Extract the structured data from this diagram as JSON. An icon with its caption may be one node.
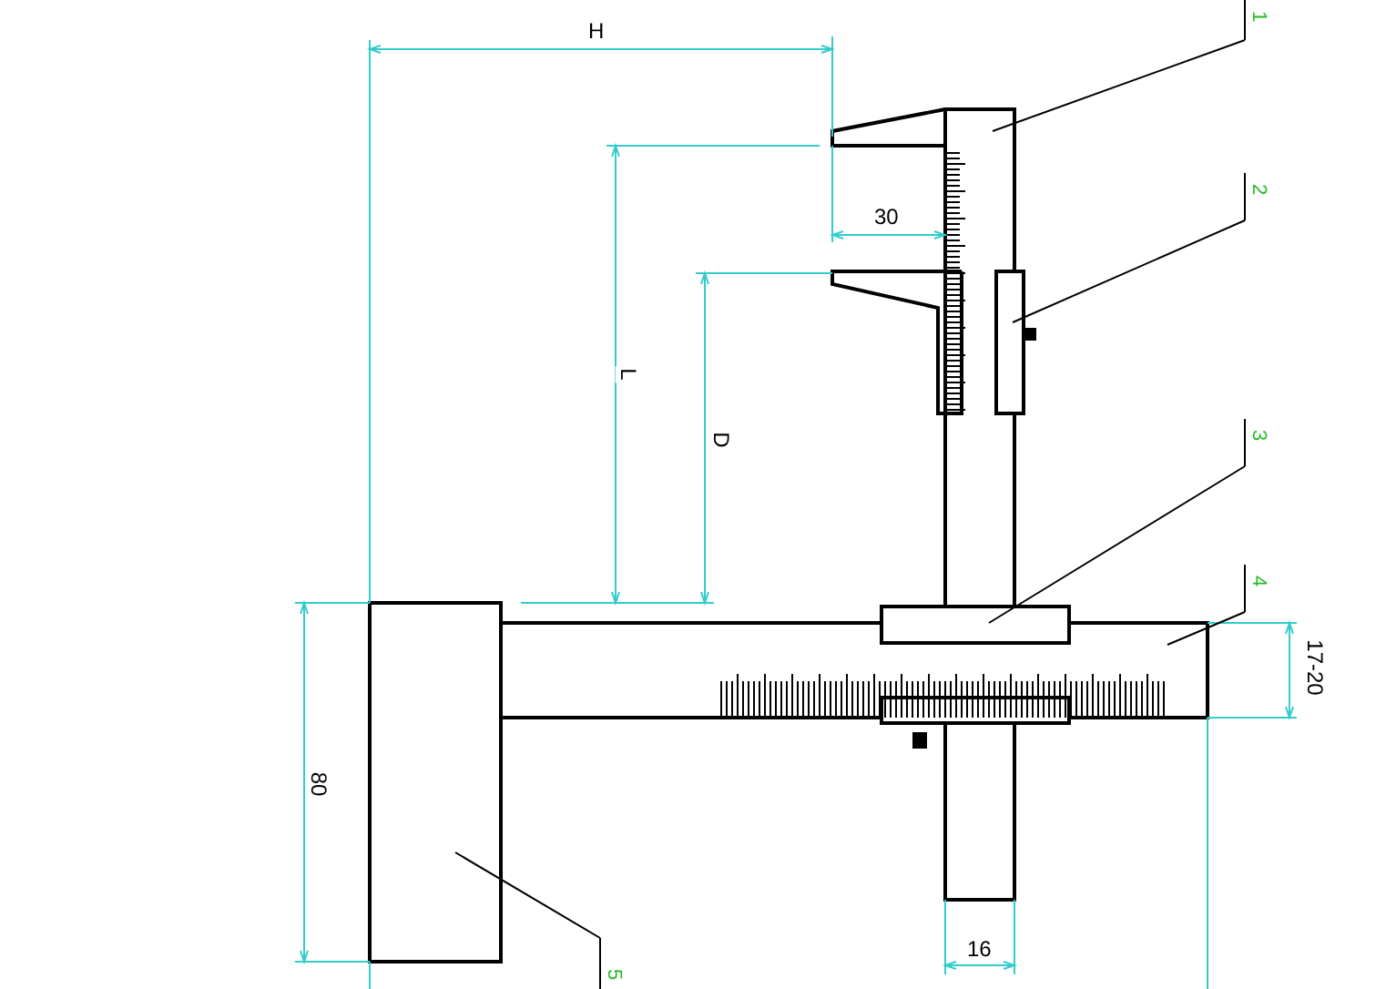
{
  "diagram": {
    "nodes": [
      {
        "text": [
          "1"
        ]
      },
      {
        "text": [
          "2"
        ]
      },
      {
        "text": [
          "3"
        ]
      },
      {
        "text": [
          "4"
        ]
      },
      {
        "text": [
          "5"
        ]
      },
      {
        "text": [],
        "shape": "box"
      },
      {
        "text": [],
        "shape": "box"
      },
      {
        "text": [],
        "shape": "box"
      },
      {
        "text": [],
        "shape": "box"
      },
      {
        "text": [],
        "shape": "box"
      }
    ],
    "edges": [
      {
        "from": 0,
        "to": 5,
        "arrow": "none"
      },
      {
        "from": 1,
        "to": 6,
        "arrow": "none"
      },
      {
        "from": 2,
        "to": 7,
        "arrow": "none"
      },
      {
        "from": 3,
        "to": 8,
        "arrow": "none"
      },
      {
        "from": 4,
        "to": 9,
        "arrow": "none"
      }
    ],
    "labels": [
      "H",
      "30",
      "L",
      "D",
      "80",
      "17-20",
      "16"
    ]
  }
}
